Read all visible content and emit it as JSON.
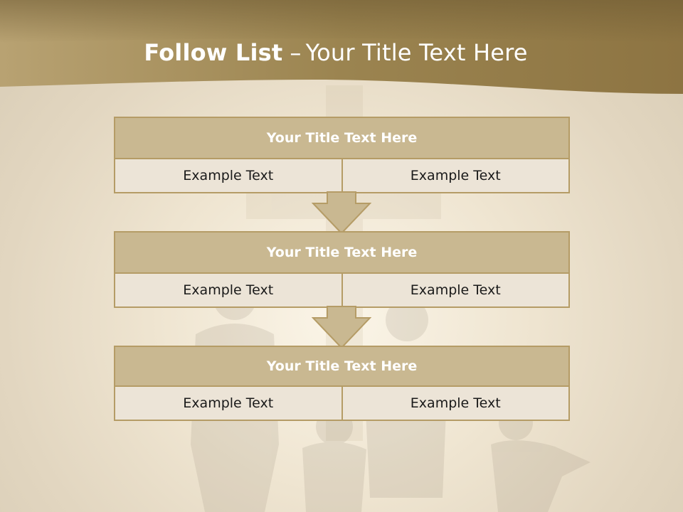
{
  "slide": {
    "title_bold": "Follow List",
    "title_dash": "–",
    "title_rest": "Your Title Text Here"
  },
  "blocks": [
    {
      "title": "Your Title Text Here",
      "cells": [
        "Example Text",
        "Example Text"
      ]
    },
    {
      "title": "Your Title Text Here",
      "cells": [
        "Example Text",
        "Example Text"
      ]
    },
    {
      "title": "Your Title Text Here",
      "cells": [
        "Example Text",
        "Example Text"
      ]
    }
  ],
  "colors": {
    "banner": "#a68d5b",
    "header_fill": "#c9b891",
    "border": "#b59c66",
    "cell_fill": "#ece4d7",
    "arrow_fill": "#c9b891"
  }
}
